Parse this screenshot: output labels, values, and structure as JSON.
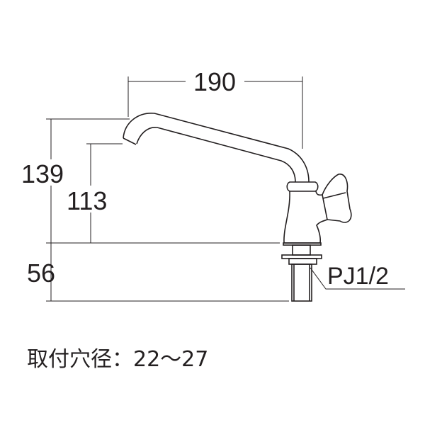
{
  "dimensions": {
    "spout_reach": "190",
    "total_height": "139",
    "spout_height": "113",
    "base_height": "56",
    "thread": "PJ1/2"
  },
  "caption": "取付穴径：22〜27",
  "colors": {
    "line": "#231f20",
    "background": "#ffffff"
  }
}
